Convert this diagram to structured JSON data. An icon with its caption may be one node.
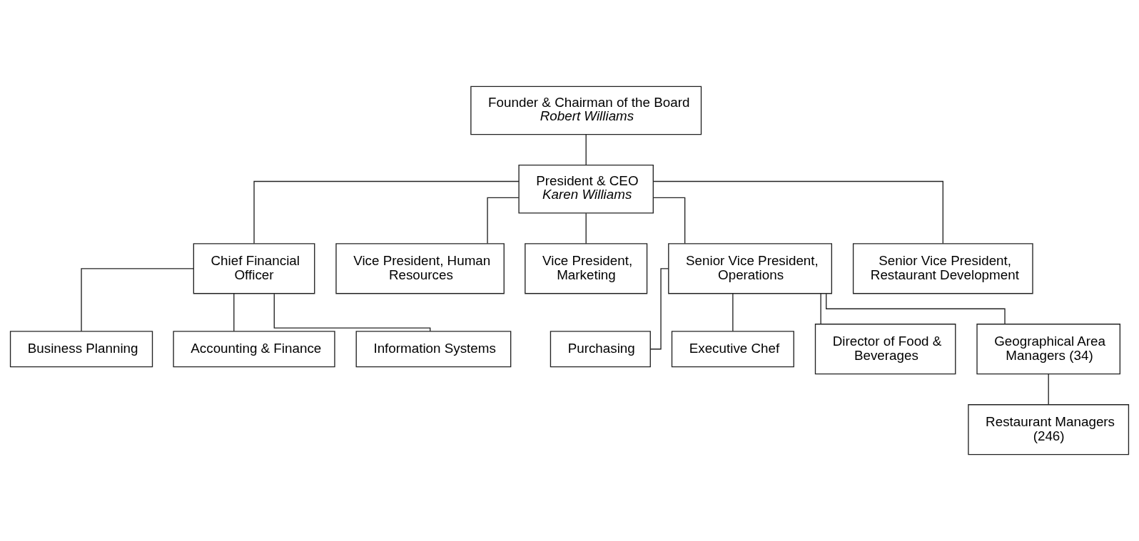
{
  "diagram": {
    "nodes": [
      {
        "text": [
          "Founder & Chairman of the Board",
          "Robert Williams"
        ]
      },
      {
        "text": [
          "President & CEO",
          "Karen Williams"
        ]
      },
      {
        "text": [
          "Chief Financial Officer"
        ]
      },
      {
        "text": [
          "Vice President, Human Resources"
        ]
      },
      {
        "text": [
          "Vice President, Marketing"
        ]
      },
      {
        "text": [
          "Senior Vice President, Operations"
        ]
      },
      {
        "text": [
          "Senior Vice President, Restaurant Development"
        ]
      },
      {
        "text": [
          "Business Planning"
        ]
      },
      {
        "text": [
          "Accounting & Finance"
        ]
      },
      {
        "text": [
          "Information Systems"
        ]
      },
      {
        "text": [
          "Purchasing"
        ]
      },
      {
        "text": [
          "Executive Chef"
        ]
      },
      {
        "text": [
          "Director of Food & Beverages"
        ]
      },
      {
        "text": [
          "Geographical Area Managers (34)"
        ]
      },
      {
        "text": [
          "Restaurant Managers (246)"
        ]
      }
    ],
    "edges": [
      {
        "from": 0,
        "to": 1,
        "arrow": "none"
      },
      {
        "from": 1,
        "to": 2,
        "arrow": "none"
      },
      {
        "from": 1,
        "to": 3,
        "arrow": "none"
      },
      {
        "from": 1,
        "to": 4,
        "arrow": "none"
      },
      {
        "from": 1,
        "to": 5,
        "arrow": "none"
      },
      {
        "from": 1,
        "to": 6,
        "arrow": "none"
      },
      {
        "from": 2,
        "to": 7,
        "arrow": "none"
      },
      {
        "from": 2,
        "to": 8,
        "arrow": "none"
      },
      {
        "from": 2,
        "to": 9,
        "arrow": "none"
      },
      {
        "from": 5,
        "to": 10,
        "arrow": "none"
      },
      {
        "from": 5,
        "to": 11,
        "arrow": "none"
      },
      {
        "from": 5,
        "to": 12,
        "arrow": "none"
      },
      {
        "from": 5,
        "to": 13,
        "arrow": "none"
      },
      {
        "from": 13,
        "to": 14,
        "arrow": "none"
      }
    ]
  }
}
